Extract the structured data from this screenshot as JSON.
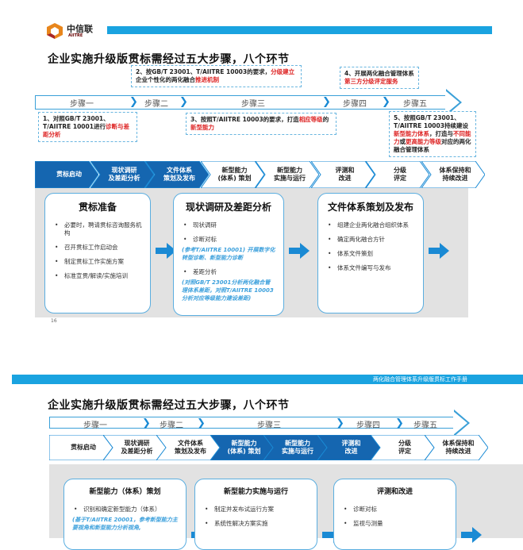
{
  "brand": {
    "name": "中信联",
    "sub": "AIITRE"
  },
  "slide1": {
    "title": "企业实施升级版贯标需经过五大步骤，八个环节",
    "steps": [
      "步骤一",
      "步骤二",
      "步骤三",
      "步骤四",
      "步骤五"
    ],
    "callouts": [
      [
        {
          "t": "1、对照GB/T 23001、T/AIITRE 10001进行"
        },
        {
          "t": "诊断与差距分析",
          "hl": true
        }
      ],
      [
        {
          "t": "2、按GB/T 23001、T/AIITRE 10003的要求，"
        },
        {
          "t": "分级建立",
          "hl": true
        },
        {
          "t": "企业个性化的两化融合"
        },
        {
          "t": "推进机制",
          "hl": true
        }
      ],
      [
        {
          "t": "3、按照T/AIITRE 10003的要求，打造"
        },
        {
          "t": "相应等级",
          "hl": true
        },
        {
          "t": "的"
        },
        {
          "t": "新型能力",
          "hl": true
        }
      ],
      [
        {
          "t": "4、开展两化融合管理体系"
        },
        {
          "t": "第三方分级评定服务",
          "hl": true
        }
      ],
      [
        {
          "t": "5、按照GB/T 23001、T/AIITRE 10003持续建设"
        },
        {
          "t": "新型能力体系",
          "hl": true
        },
        {
          "t": "，打造与"
        },
        {
          "t": "不同能力",
          "hl": true
        },
        {
          "t": "或"
        },
        {
          "t": "更高能力等级",
          "hl": true
        },
        {
          "t": "对应的两化融合管理体系"
        }
      ]
    ],
    "phases": [
      {
        "label": "贯标启动",
        "active": true
      },
      {
        "label": "现状调研\n及差距分析",
        "active": true
      },
      {
        "label": "文件体系\n策划及发布",
        "active": true
      },
      {
        "label": "新型能力\n(体系) 策划",
        "active": false
      },
      {
        "label": "新型能力\n实施与运行",
        "active": false
      },
      {
        "label": "评测和\n改进",
        "active": false
      },
      {
        "label": "分级\n评定",
        "active": false
      },
      {
        "label": "体系保持和\n持续改进",
        "active": false
      }
    ],
    "cards": [
      {
        "title": "贯标准备",
        "items": [
          "必要时，聘请贯标咨询服务机构",
          "召开贯标工作启动会",
          "制定贯标工作实施方案",
          "标准宣贯/解读/实施培训"
        ]
      },
      {
        "title": "现状调研及差距分析",
        "items": [
          "现状调研",
          "诊断对标",
          "(参考T/AIITRE 10001) 开展数字化转型诊断、新型能力诊断",
          "差距分析",
          "(对照GB/T 23001分析两化融合管理体系差距，对照T/AIITRE 10003分析对应等级能力建设差距)"
        ]
      },
      {
        "title": "文件体系策划及发布",
        "items": [
          "组建企业两化融合组织体系",
          "确定两化融合方针",
          "体系文件策划",
          "体系文件编写与发布"
        ]
      }
    ],
    "page_number": "16"
  },
  "slide2": {
    "header": "两化融合管理体系升级版贯标工作手册",
    "title": "企业实施升级版贯标需经过五大步骤，八个环节",
    "steps": [
      "步骤一",
      "步骤二",
      "步骤三",
      "步骤四",
      "步骤五"
    ],
    "phases": [
      {
        "label": "贯标启动",
        "active": false
      },
      {
        "label": "现状调研\n及差距分析",
        "active": false
      },
      {
        "label": "文件体系\n策划及发布",
        "active": false
      },
      {
        "label": "新型能力\n(体系) 策划",
        "active": true
      },
      {
        "label": "新型能力\n实施与运行",
        "active": true
      },
      {
        "label": "评测和\n改进",
        "active": true
      },
      {
        "label": "分级\n评定",
        "active": false
      },
      {
        "label": "体系保持和\n持续改进",
        "active": false
      }
    ],
    "cards": [
      {
        "title": "新型能力（体系）策划",
        "items": [
          "识别和确定新型能力（体系）",
          "(基于T/AIITRE 20001，参考新型能力主要视角和新型能力分析视角,"
        ]
      },
      {
        "title": "新型能力实施与运行",
        "items": [
          "制定并发布试运行方案",
          "系统性解决方案实施"
        ]
      },
      {
        "title": "评测和改进",
        "items": [
          "诊断对标",
          "监视与测量"
        ]
      }
    ]
  },
  "colors": {
    "accent": "#1a8ad4",
    "dark": "#1566b0",
    "highlight": "#d22222",
    "band": "#1aa3e0"
  }
}
